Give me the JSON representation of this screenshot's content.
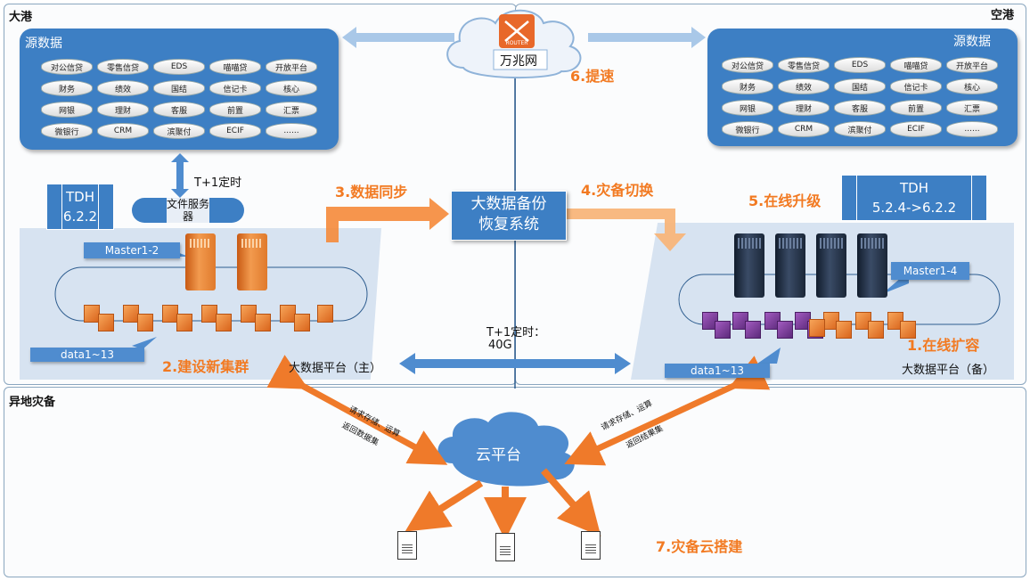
{
  "regions": {
    "dagang": "大港",
    "konggang": "空港",
    "yidi": "异地灾备"
  },
  "network": {
    "label": "万兆网",
    "router_text": "ROUTER"
  },
  "source_left": {
    "title": "源数据",
    "items": [
      [
        "对公信贷",
        "零售信贷",
        "EDS",
        "喵喵贷",
        "开放平台"
      ],
      [
        "财务",
        "绩效",
        "国结",
        "信记卡",
        "核心"
      ],
      [
        "网银",
        "理财",
        "客服",
        "前置",
        "汇票"
      ],
      [
        "微银行",
        "CRM",
        "滨聚付",
        "ECIF",
        "......"
      ]
    ]
  },
  "source_right": {
    "title": "源数据",
    "items": [
      [
        "对公信贷",
        "零售信贷",
        "EDS",
        "喵喵贷",
        "开放平台"
      ],
      [
        "财务",
        "绩效",
        "国结",
        "信记卡",
        "核心"
      ],
      [
        "网银",
        "理财",
        "客服",
        "前置",
        "汇票"
      ],
      [
        "微银行",
        "CRM",
        "滨聚付",
        "ECIF",
        "......"
      ]
    ]
  },
  "left_platform": {
    "tdh_line1": "TDH",
    "tdh_line2": "6.2.2",
    "file_server": "文件服务器",
    "t1": "T+1定时",
    "master": "Master1-2",
    "data": "data1~13",
    "name": "大数据平台（主）"
  },
  "right_platform": {
    "tdh_line1": "TDH",
    "tdh_line2": "5.2.4->6.2.2",
    "master": "Master1-4",
    "data": "data1~13",
    "name": "大数据平台（备）"
  },
  "center_box": {
    "line1": "大数据备份",
    "line2": "恢复系统"
  },
  "link": {
    "line1": "T+1定时：",
    "line2": "40G"
  },
  "steps": {
    "s1": "1.在线扩容",
    "s2": "2.建设新集群",
    "s3": "3.数据同步",
    "s4": "4.灾备切换",
    "s5": "5.在线升级",
    "s6": "6.提速",
    "s7": "7.灾备云搭建"
  },
  "cloud": {
    "label": "云平台",
    "left_req": "请求存储、运算",
    "left_ret": "返回数据集",
    "right_req": "请求存储、运算",
    "right_ret": "返回结果集"
  },
  "colors": {
    "blue": "#3d7fc4",
    "orange": "#f27a22",
    "arrow_blue": "#4f8ccf",
    "panel_bg": "#d7e3f1"
  }
}
